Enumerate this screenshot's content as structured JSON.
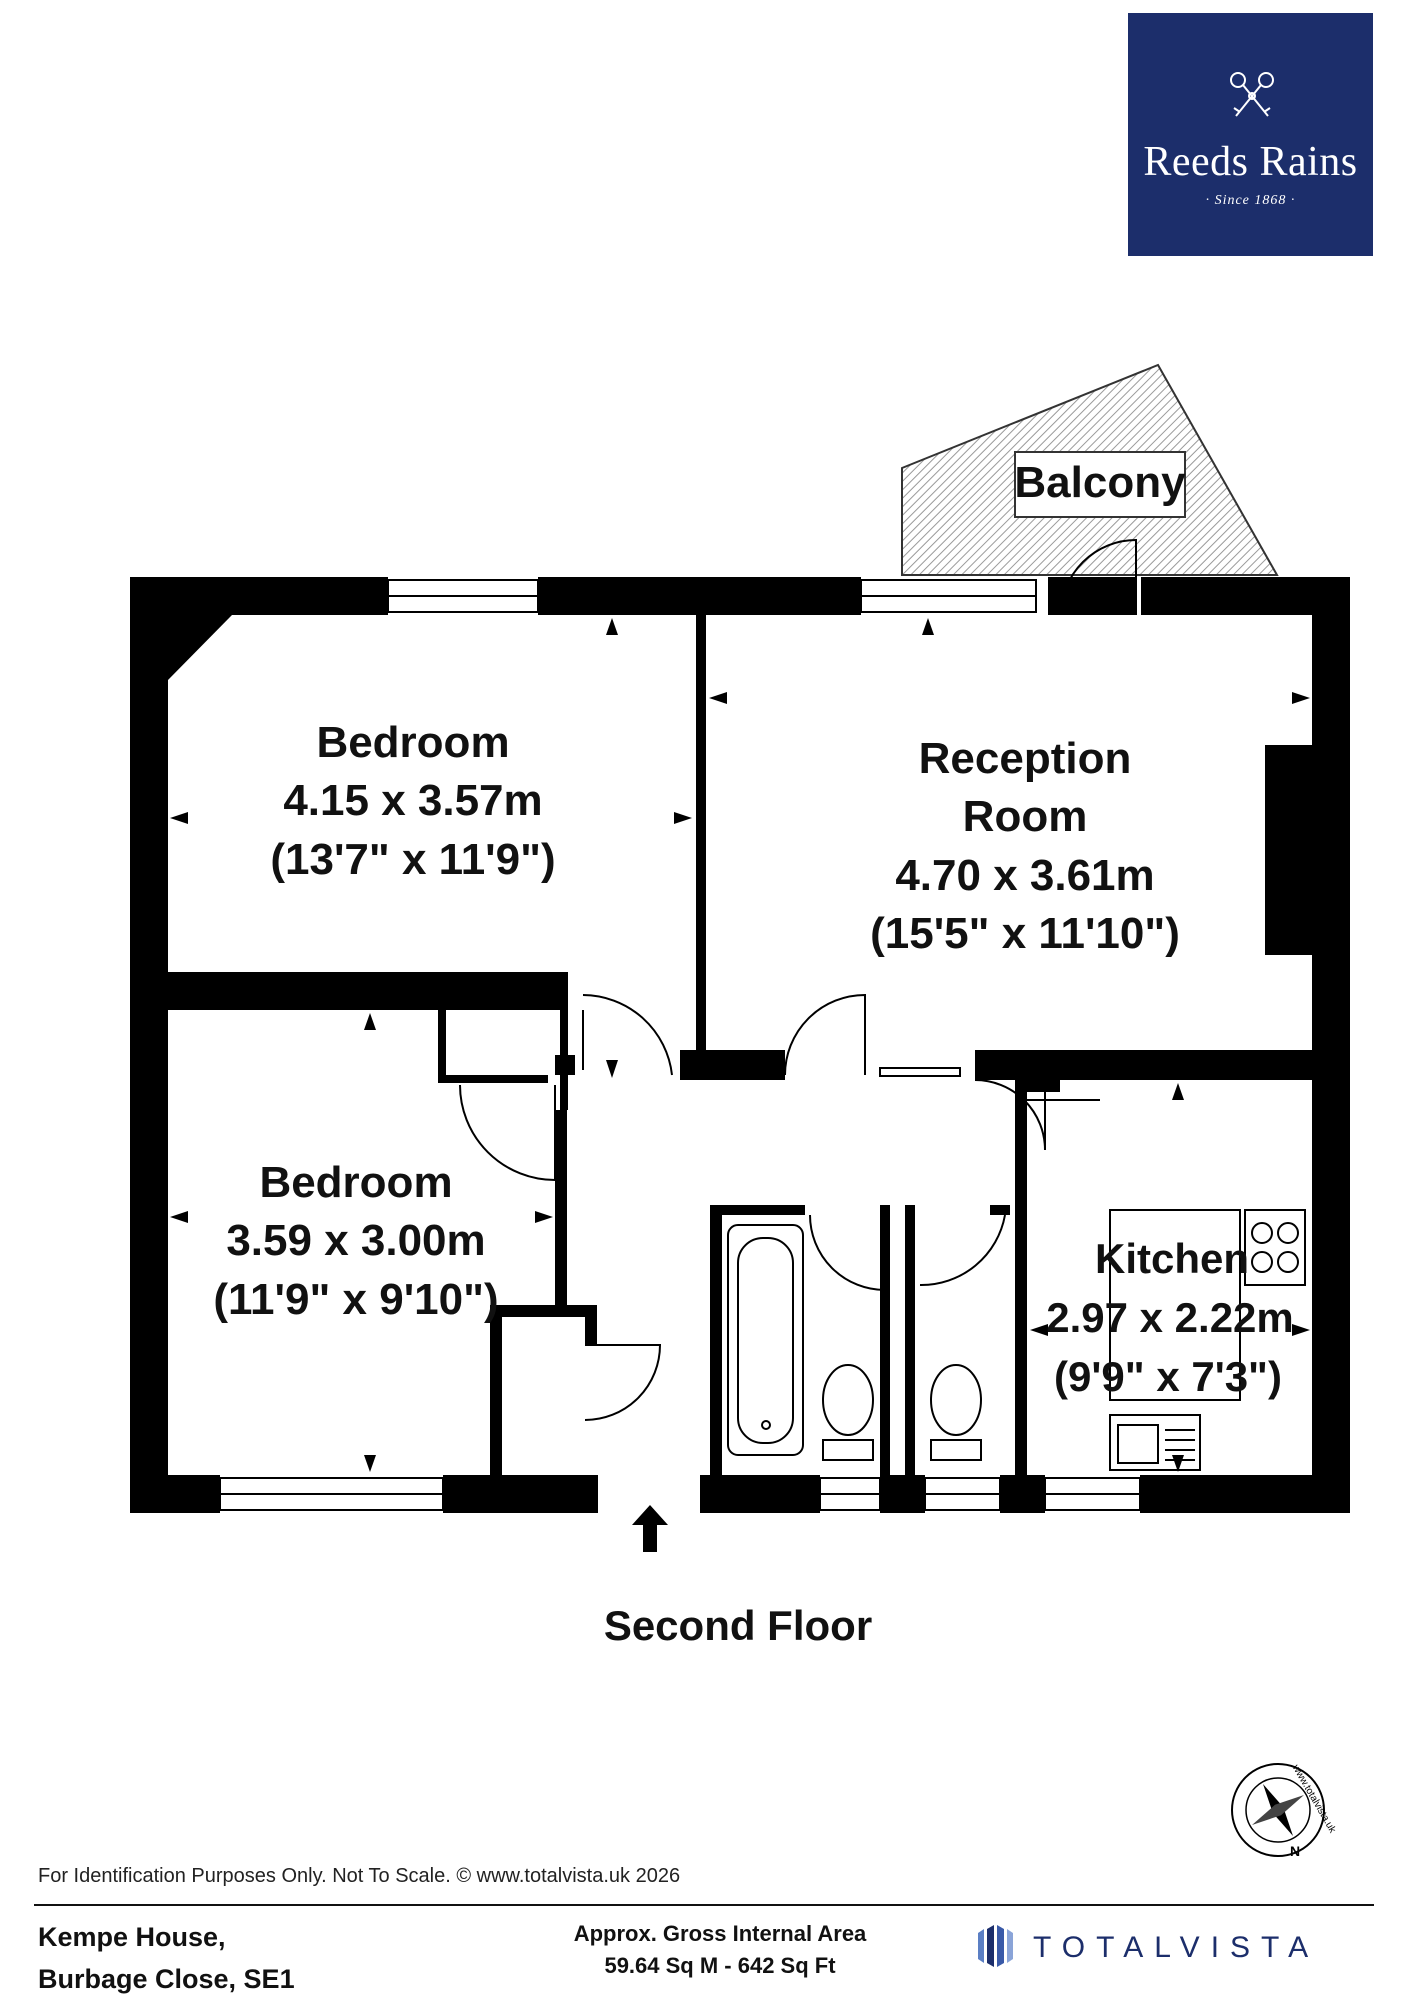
{
  "brand": {
    "name": "Reeds Rains",
    "since": "· Since 1868 ·"
  },
  "rooms": {
    "balcony": "Balcony",
    "bedroom1": {
      "name": "Bedroom",
      "metric": "4.15 x 3.57m",
      "imperial": "(13'7\" x 11'9\")"
    },
    "reception": {
      "name1": "Reception",
      "name2": "Room",
      "metric": "4.70 x 3.61m",
      "imperial": "(15'5\" x 11'10\")"
    },
    "bedroom2": {
      "name": "Bedroom",
      "metric": "3.59 x 3.00m",
      "imperial": "(11'9\" x 9'10\")"
    },
    "kitchen": {
      "name": "Kitchen",
      "metric": "2.97 x 2.22m",
      "imperial": "(9'9\" x 7'3\")"
    }
  },
  "floor_label": "Second Floor",
  "compass": {
    "url_text": "www.totalvista.uk",
    "north": "N"
  },
  "footer": {
    "disclaimer": "For Identification Purposes Only. Not To Scale. © www.totalvista.uk  2026",
    "address_line1": "Kempe House,",
    "address_line2": "Burbage Close, SE1",
    "area_line1": "Approx. Gross Internal Area",
    "area_line2": "59.64 Sq M - 642 Sq Ft",
    "vendor": "TOTALVISTA"
  },
  "colors": {
    "wall": "#000000",
    "brand_bg": "#1c2e6b",
    "balcony_hatch": "#888888"
  }
}
